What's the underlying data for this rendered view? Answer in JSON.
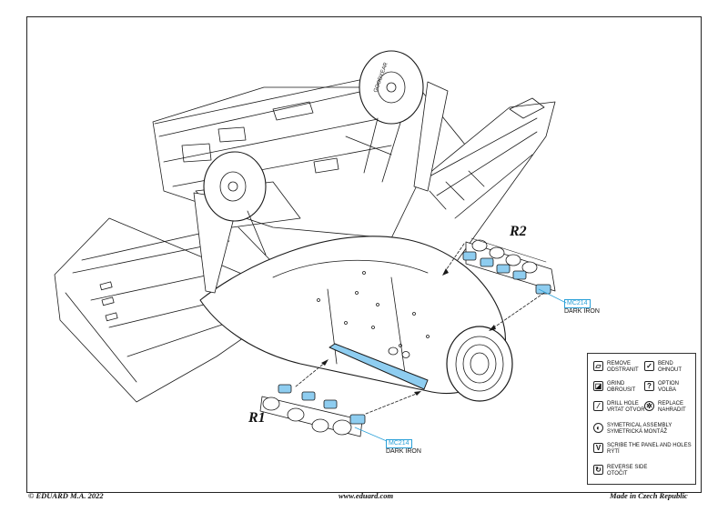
{
  "parts": {
    "r1": "R1",
    "r2": "R2"
  },
  "callouts": [
    {
      "code": "MC214",
      "color": "DARK IRON"
    },
    {
      "code": "MC214",
      "color": "DARK IRON"
    }
  ],
  "wheel_marking": "GOODYEAR",
  "legend": {
    "remove": [
      "REMOVE",
      "ODSTRANIT"
    ],
    "bend": [
      "BEND",
      "OHNOUT"
    ],
    "grind": [
      "GRIND",
      "OBROUSIT"
    ],
    "option": [
      "OPTION",
      "VOLBA"
    ],
    "drill": [
      "DRILL HOLE",
      "VRTAT OTVOR"
    ],
    "replace": [
      "REPLACE",
      "NAHRADIT"
    ],
    "symmetrical": [
      "SYMETRICAL ASSEMBLY",
      "SYMETRICKÁ MONTÁŽ"
    ],
    "scribe": [
      "SCRIBE THE PANEL AND HOLES",
      "RÝTÍ"
    ],
    "reverse": [
      "REVERSE SIDE",
      "OTOČIT"
    ]
  },
  "footer": {
    "copyright": "© EDUARD  M.A. 2022",
    "website": "www.eduard.com",
    "origin": "Made in Czech Republic"
  },
  "colors": {
    "part_fill": "#8ecdf0",
    "callout": "#2aa0d8",
    "line": "#1a1a1a"
  }
}
